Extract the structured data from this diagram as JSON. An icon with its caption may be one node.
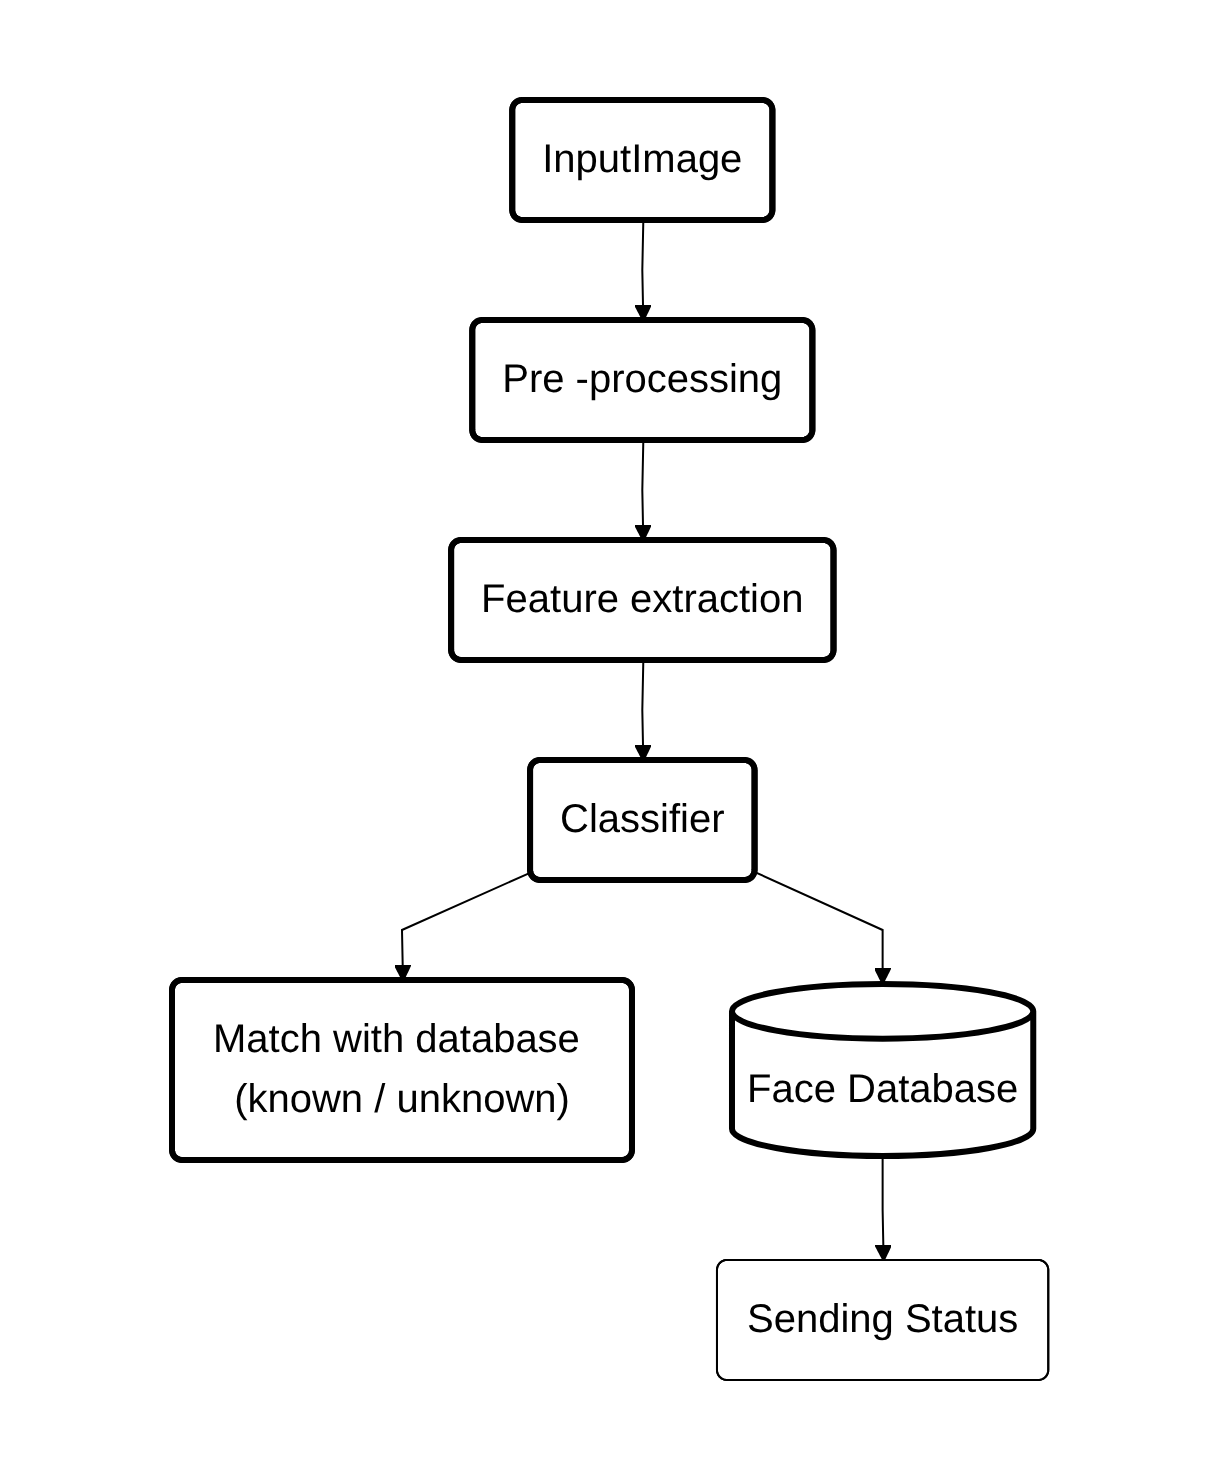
{
  "diagram": {
    "nodes": [
      {
        "text": [
          "InputImage"
        ]
      },
      {
        "text": [
          "Pre -processing"
        ]
      },
      {
        "text": [
          "Feature extraction"
        ]
      },
      {
        "text": [
          "Classifier"
        ]
      },
      {
        "text": [
          "Match with database (known / unknown)"
        ]
      },
      {
        "text": [
          "Face Database"
        ]
      },
      {
        "text": [
          "Sending Status"
        ]
      }
    ],
    "edges": [
      {
        "from": 0,
        "to": 1,
        "arrow": "to"
      },
      {
        "from": 1,
        "to": 2,
        "arrow": "to"
      },
      {
        "from": 2,
        "to": 3,
        "arrow": "to"
      },
      {
        "from": 3,
        "to": 4,
        "arrow": "to"
      },
      {
        "from": 3,
        "to": 5,
        "arrow": "to"
      },
      {
        "from": 5,
        "to": 6,
        "arrow": "to"
      }
    ]
  }
}
